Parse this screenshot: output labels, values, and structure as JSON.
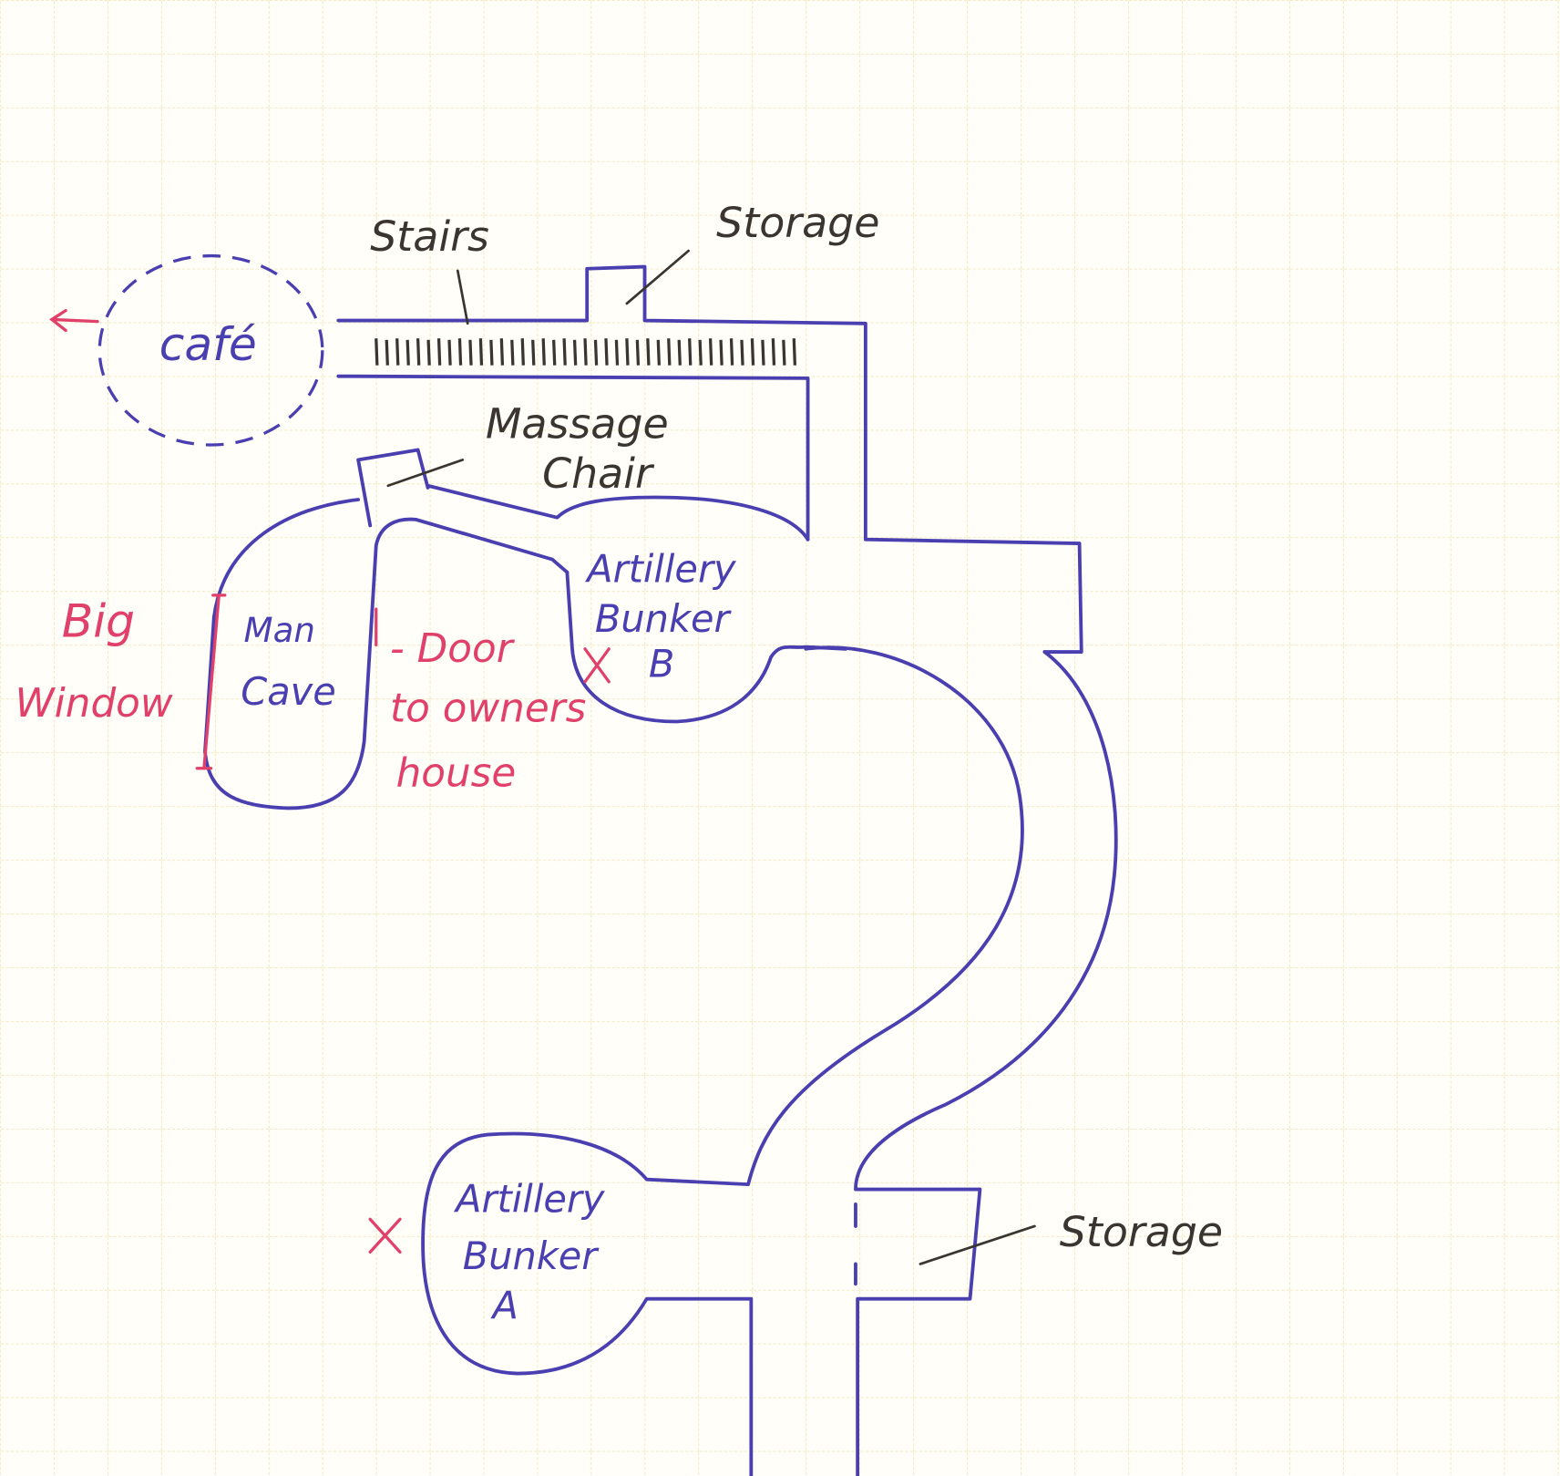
{
  "labels": {
    "stairs": "Stairs",
    "storage_top": "Storage",
    "cafe": "café",
    "massage_chair_1": "Massage",
    "massage_chair_2": "Chair",
    "bunker_b_1": "Artillery",
    "bunker_b_2": "Bunker",
    "bunker_b_3": "B",
    "man_cave_1": "Man",
    "man_cave_2": "Cave",
    "big_window_1": "Big",
    "big_window_2": "Window",
    "door_1": "- Door",
    "door_2": "to owners",
    "door_3": "house",
    "bunker_a_1": "Artillery",
    "bunker_a_2": "Bunker",
    "bunker_a_3": "A",
    "storage_bottom": "Storage"
  },
  "colors": {
    "ink_blue": "#4a3fb0",
    "ink_red": "#e0406a",
    "pencil": "#3a3530",
    "grid": "#eadfa8"
  }
}
